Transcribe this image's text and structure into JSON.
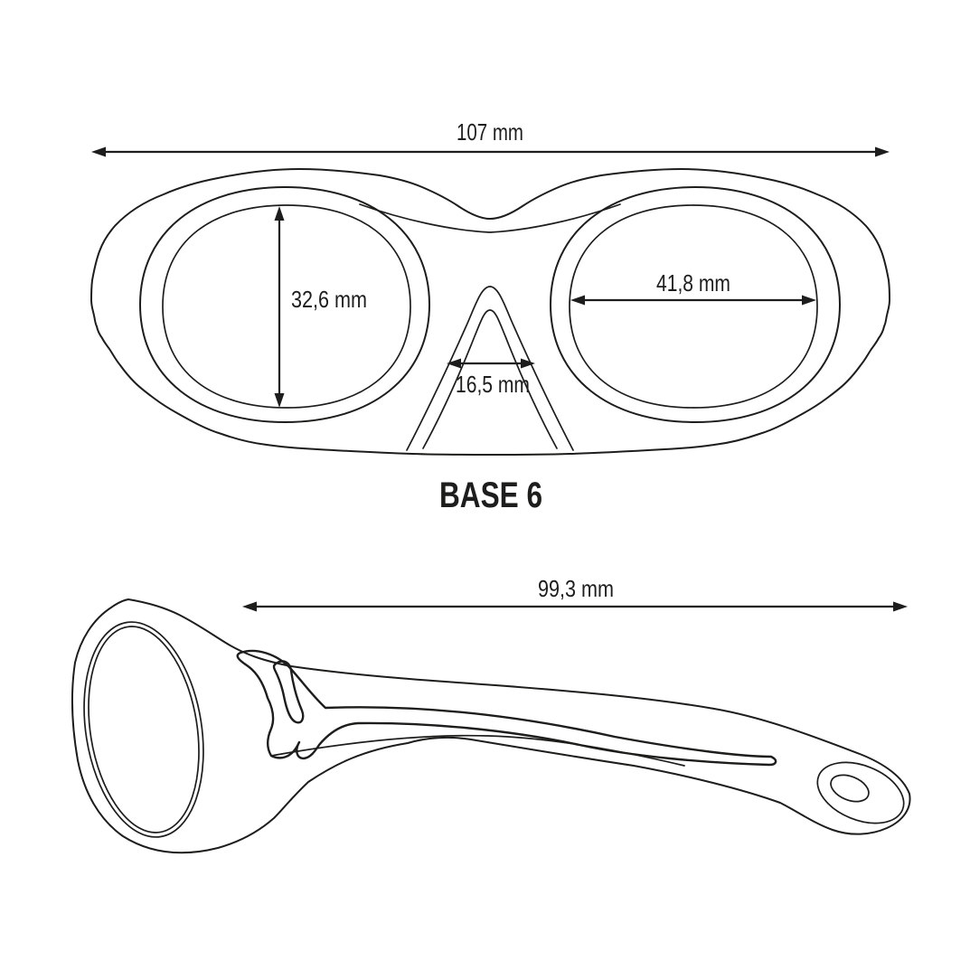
{
  "colors": {
    "line": "#1d1d1b",
    "bg": "#ffffff"
  },
  "front_view": {
    "overall_width": "107 mm",
    "lens_height": "32,6 mm",
    "lens_width": "41,8 mm",
    "bridge_width": "16,5 mm"
  },
  "base_label": "BASE 6",
  "side_view": {
    "temple_length": "99,3 mm"
  }
}
